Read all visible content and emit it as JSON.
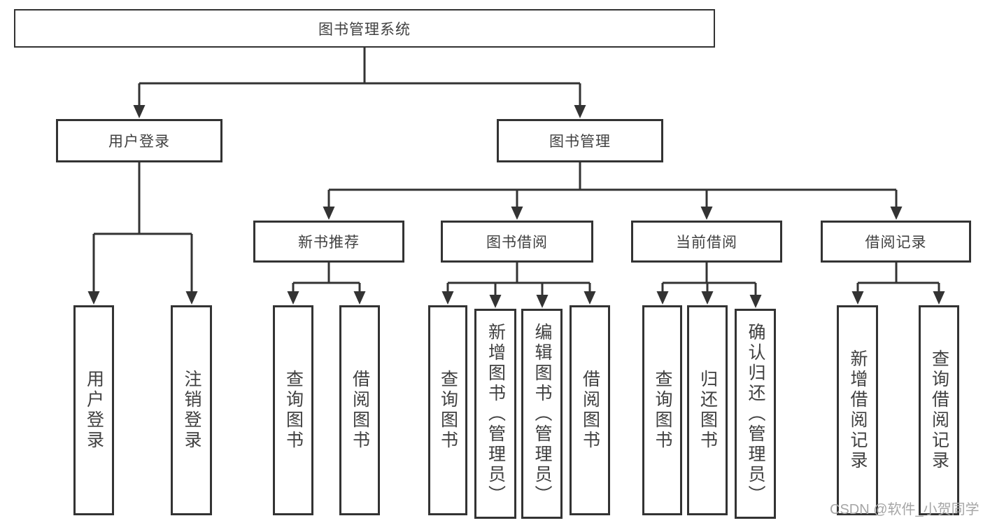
{
  "tree": {
    "label": "图书管理系统",
    "children": [
      {
        "label": "用户登录",
        "children": [
          {
            "label": "用户登录"
          },
          {
            "label": "注销登录"
          }
        ]
      },
      {
        "label": "图书管理",
        "children": [
          {
            "label": "新书推荐",
            "children": [
              {
                "label": "查询图书"
              },
              {
                "label": "借阅图书"
              }
            ]
          },
          {
            "label": "图书借阅",
            "children": [
              {
                "label": "查询图书"
              },
              {
                "label": "新增图书（管理员）"
              },
              {
                "label": "编辑图书（管理员）"
              },
              {
                "label": "借阅图书"
              }
            ]
          },
          {
            "label": "当前借阅",
            "children": [
              {
                "label": "查询图书"
              },
              {
                "label": "归还图书"
              },
              {
                "label": "确认归还（管理员）"
              }
            ]
          },
          {
            "label": "借阅记录",
            "children": [
              {
                "label": "新增借阅记录"
              },
              {
                "label": "查询借阅记录"
              }
            ]
          }
        ]
      }
    ]
  },
  "watermark": {
    "text": "CSDN @软件_小贺同学"
  },
  "colors": {
    "line": "#333333",
    "box_border": "#333333",
    "text": "#404040",
    "watermark": "#a6a6a6",
    "background": "#ffffff"
  }
}
